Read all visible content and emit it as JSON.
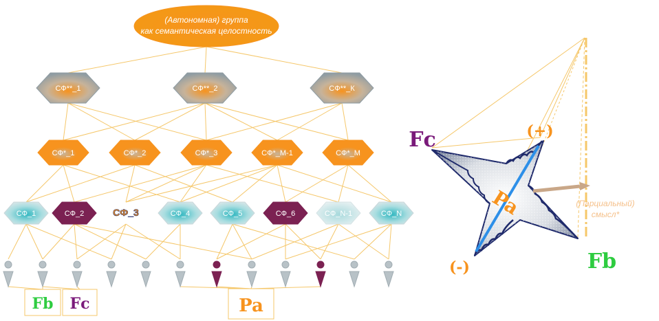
{
  "top_group": {
    "line1": "(Автономная) группа",
    "line2": "как семантическая целостность"
  },
  "level3": [
    "СФ**_1",
    "СФ**_2",
    "СФ**_К"
  ],
  "level2": [
    "СФ*_1",
    "СФ*_2",
    "СФ*_3",
    "СФ*_М-1",
    "СФ*_М"
  ],
  "level1": [
    {
      "label": "СФ_1",
      "kind": "teal"
    },
    {
      "label": "СФ_2",
      "kind": "plum"
    },
    {
      "label": "СФ_3",
      "kind": "highlight"
    },
    {
      "label": "СФ_4",
      "kind": "teal"
    },
    {
      "label": "СФ_5",
      "kind": "teal"
    },
    {
      "label": "СФ_6",
      "kind": "plum"
    },
    {
      "label": "СФ_N-1",
      "kind": "teal-faded"
    },
    {
      "label": "СФ_N",
      "kind": "teal"
    }
  ],
  "persons": [
    "grey",
    "grey",
    "grey",
    "grey",
    "grey",
    "grey",
    "plum",
    "grey",
    "grey",
    "plum",
    "grey",
    "grey"
  ],
  "boxes": {
    "fb": "Fb",
    "fc": "Fc",
    "pa": "Pa"
  },
  "star": {
    "fc": "Fc",
    "fb": "Fb",
    "pa": "Pa",
    "plus": "(+)",
    "minus": "(-)",
    "partial_line1": "(Парциальный)",
    "partial_line2": "смысл*"
  },
  "colors": {
    "orange": "#f7931e",
    "line": "#f5c76a",
    "grey_hex": "#8f9ca3",
    "teal": "#5ec3c8",
    "plum": "#7b2152",
    "green": "#2ecc40",
    "purple": "#7a1a7a",
    "navy": "#1f2a6b",
    "blue": "#2d8fe8"
  }
}
